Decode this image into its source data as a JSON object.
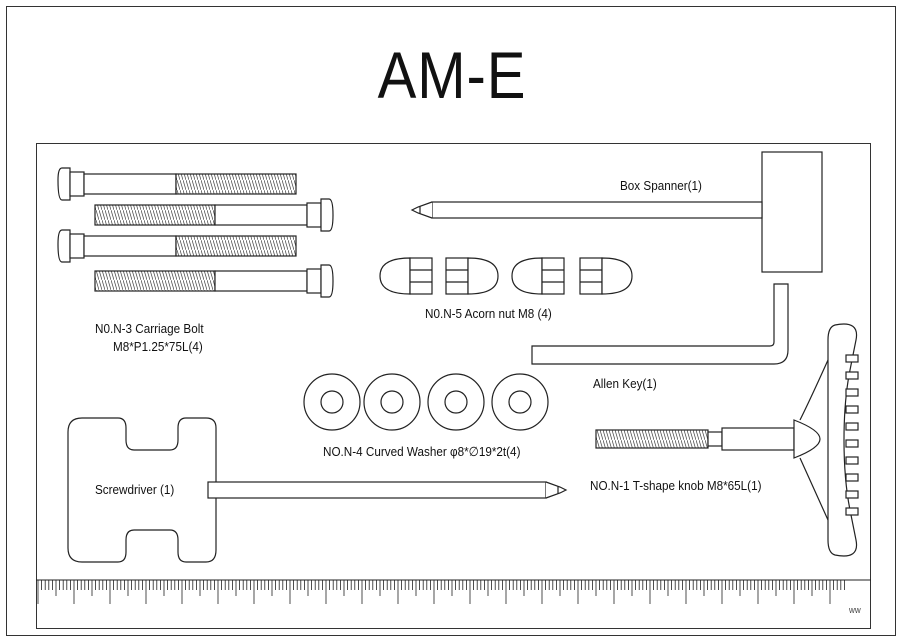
{
  "document": {
    "title": "AM-E"
  },
  "parts": {
    "carriage_bolt": {
      "label": "N0.N-3 Carriage Bolt",
      "spec": "M8*P1.25*75L(4)"
    },
    "acorn_nut": {
      "label": "N0.N-5 Acorn nut M8 (4)"
    },
    "box_spanner": {
      "label": "Box Spanner(1)"
    },
    "allen_key": {
      "label": "Allen Key(1)"
    },
    "curved_washer": {
      "label": "NO.N-4 Curved Washer φ8*∅19*2t(4)"
    },
    "screwdriver": {
      "label": "Screwdriver (1)"
    },
    "t_knob": {
      "label": "NO.N-1 T-shape knob M8*65L(1)"
    }
  },
  "ruler": {
    "unit_label": "ww"
  }
}
